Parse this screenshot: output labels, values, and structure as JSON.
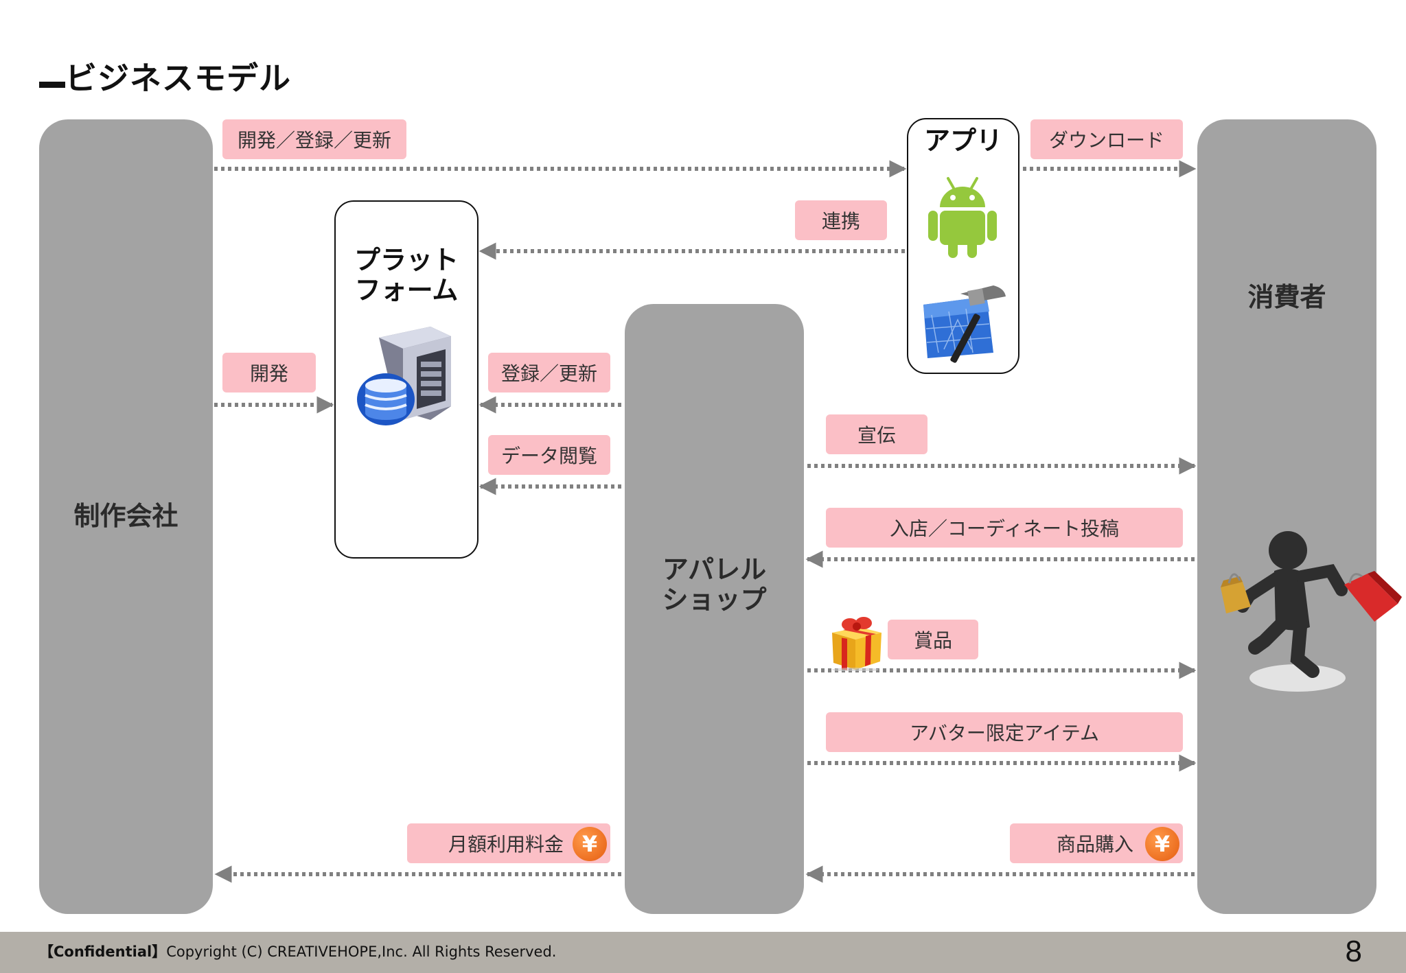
{
  "slide": {
    "title": "ビジネスモデル",
    "page_number": "8"
  },
  "actors": {
    "producer": "制作会社",
    "platform": "プラット\nフォーム",
    "app": "アプリ",
    "apparel": "アパレル\nショップ",
    "consumer": "消費者"
  },
  "flows": {
    "dev_register_update": "開発／登録／更新",
    "download": "ダウンロード",
    "link": "連携",
    "develop": "開発",
    "register_update": "登録／更新",
    "data_view": "データ閲覧",
    "advertise": "宣伝",
    "store_coordinate": "入店／コーディネート投稿",
    "prize": "賞品",
    "avatar_items": "アバター限定アイテム",
    "monthly_fee": "月額利用料金",
    "purchase": "商品購入",
    "yen_symbol": "¥"
  },
  "footer": {
    "confidential": "【Confidential】",
    "copyright": "Copyright (C) CREATIVEHOPE,Inc. All Rights Reserved."
  },
  "colors": {
    "column": "#a3a3a3",
    "tag": "#fbbfc6",
    "arrow": "#808080",
    "footer": "#b3afa8"
  },
  "icons": [
    "android-icon",
    "xcode-hammer-icon",
    "server-database-icon",
    "gift-box-icon",
    "yen-coin-icon",
    "shopper-figure-icon"
  ]
}
